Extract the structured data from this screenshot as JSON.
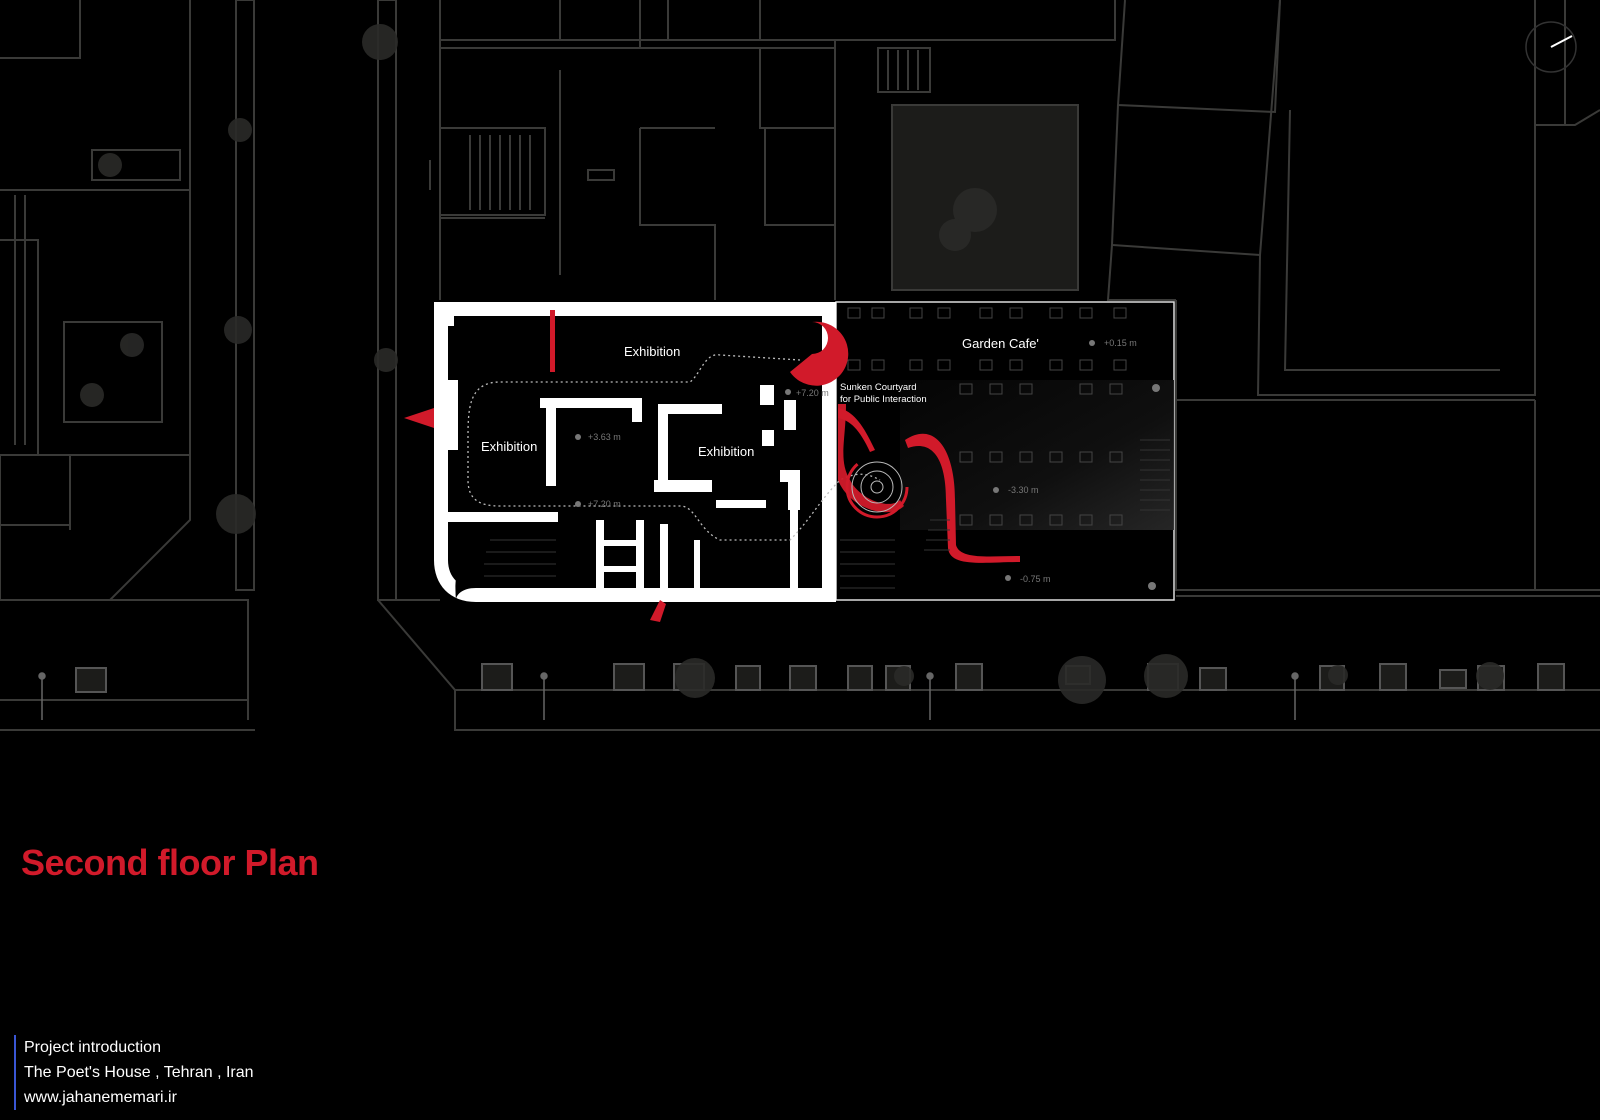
{
  "drawing": {
    "title": "Second floor Plan",
    "accent_color": "#d11a2a",
    "background_color": "#000000",
    "line_color": "#3a3a38"
  },
  "rooms": {
    "exhibition_top": "Exhibition",
    "exhibition_left": "Exhibition",
    "exhibition_right": "Exhibition",
    "garden_cafe": "Garden Cafe'",
    "courtyard_line1": "Sunken Courtyard",
    "courtyard_line2": "for Public Interaction"
  },
  "levels": {
    "level_1": "+3.63 m",
    "level_2": "+7.20 m",
    "level_3": "+7.20 m",
    "level_4": "+0.15 m",
    "level_5": "-3.30 m",
    "level_6": "-0.75 m"
  },
  "footer": {
    "line1": "Project introduction",
    "line2": "The Poet's House , Tehran , Iran",
    "line3": "www.jahanememari.ir"
  },
  "icons": [
    "compass-icon",
    "tree-icon",
    "level-marker-icon",
    "spiral-stair-icon"
  ]
}
